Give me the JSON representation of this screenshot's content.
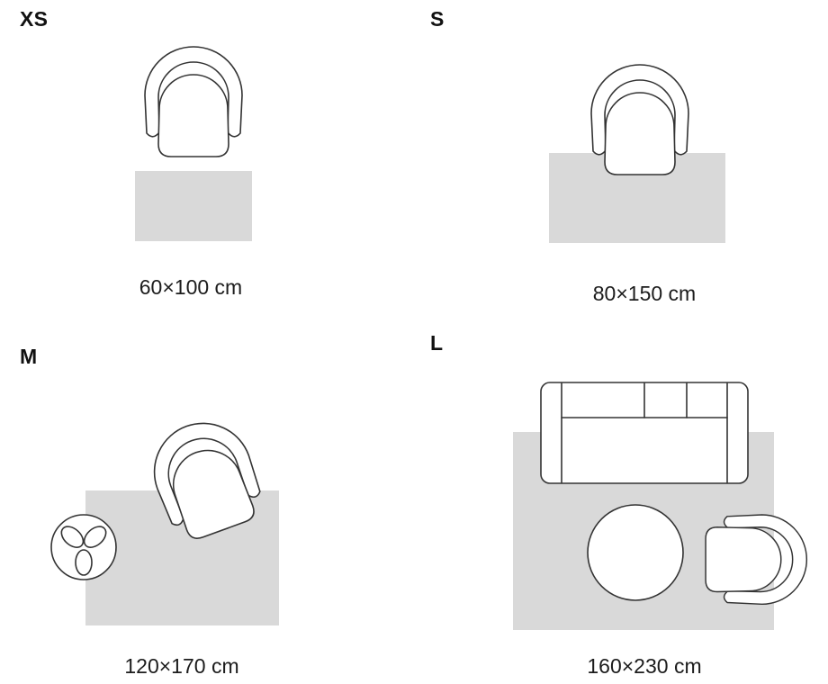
{
  "colors": {
    "background": "#ffffff",
    "rug": "#d9d9d9",
    "outline": "#333333"
  },
  "sizes": [
    {
      "id": "xs",
      "label": "XS",
      "dimensions": "60×100 cm"
    },
    {
      "id": "s",
      "label": "S",
      "dimensions": "80×150 cm"
    },
    {
      "id": "m",
      "label": "M",
      "dimensions": "120×170 cm"
    },
    {
      "id": "l",
      "label": "L",
      "dimensions": "160×230 cm"
    }
  ],
  "icons": {
    "armchair": "armchair-icon",
    "plant": "plant-icon",
    "sofa": "sofa-icon",
    "round_table": "round-table-icon"
  }
}
